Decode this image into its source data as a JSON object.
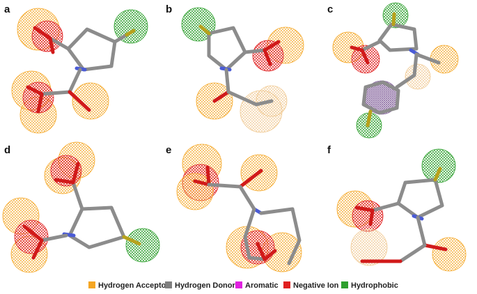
{
  "panels": [
    {
      "letter": "a"
    },
    {
      "letter": "b"
    },
    {
      "letter": "c"
    },
    {
      "letter": "d"
    },
    {
      "letter": "e"
    },
    {
      "letter": "f"
    }
  ],
  "legend": [
    {
      "label": "Hydrogen Acceptor",
      "color": "#f5a623"
    },
    {
      "label": "Hydrogen Donor",
      "color": "#7f7f7f"
    },
    {
      "label": "Aromatic",
      "color": "#e020e0"
    },
    {
      "label": "Negative Ion",
      "color": "#e02020"
    },
    {
      "label": "Hydrophobic",
      "color": "#2ea02e"
    }
  ],
  "colors": {
    "acceptor": "#f5a623",
    "negative": "#e02020",
    "hydrophobic": "#2ea02e",
    "aromatic": "#8a6aa0",
    "carbon": "#8c8c8c",
    "nitrogen": "#4a5bd6",
    "oxygen": "#d11a1a",
    "fluorine": "#b8a21c"
  }
}
